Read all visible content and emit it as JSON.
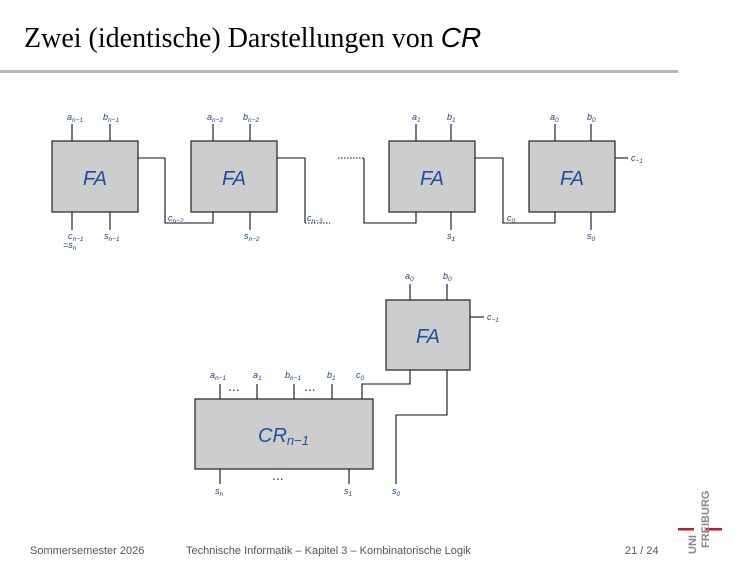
{
  "slide": {
    "title_main": "Zwei (identische) Darstellungen von ",
    "title_cr": "CR"
  },
  "footer": {
    "term": "Sommersemester 2026",
    "course": "Technische Informatik –  Kapitel 3 – Kombinatorische Logik",
    "page": "21 / 24"
  },
  "logo": {
    "line1": "UNI",
    "line2": "FREIBURG"
  },
  "diagram": {
    "fa_label": "FA",
    "cr_label": "CR",
    "cr_sub": "n−1",
    "ellipsis": "..."
  }
}
